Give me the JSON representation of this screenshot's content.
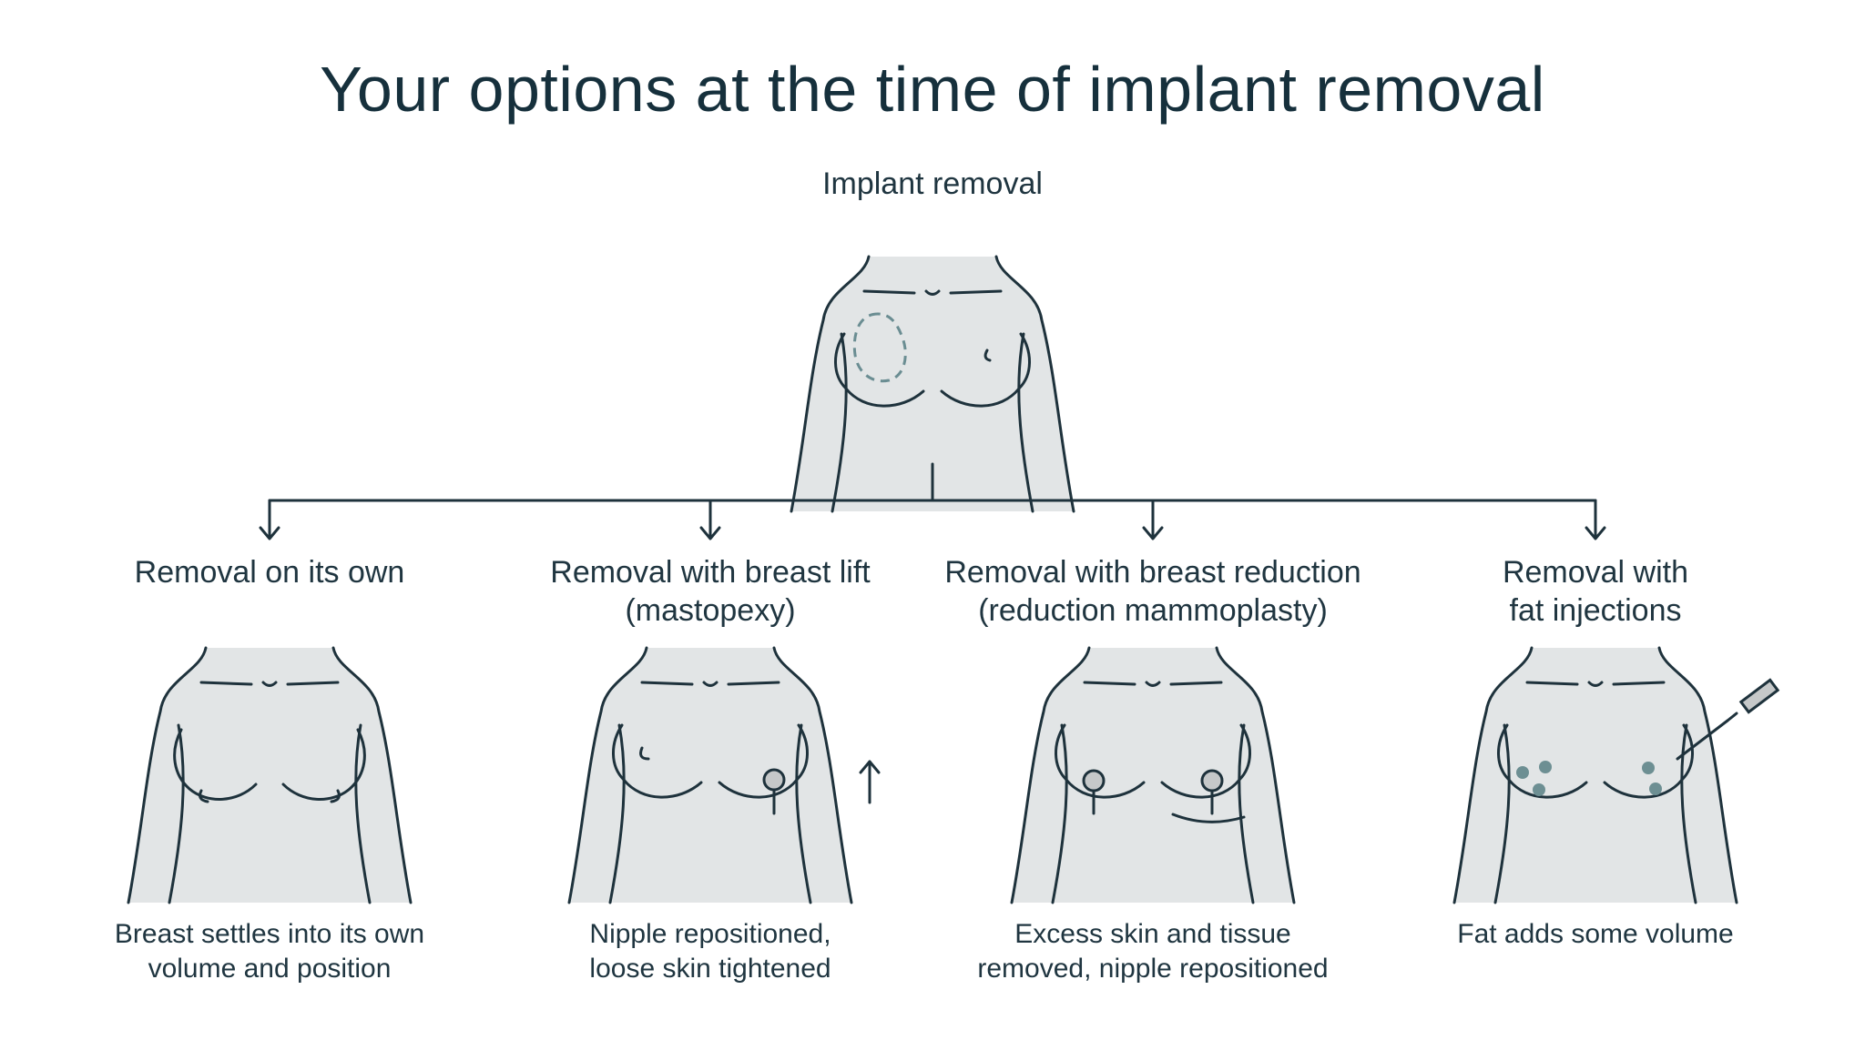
{
  "title": "Your options at the time of implant removal",
  "root": {
    "label": "Implant removal"
  },
  "options": [
    {
      "label_line1": "Removal on its own",
      "label_line2": "",
      "description_line1": "Breast settles into its own",
      "description_line2": "volume and position"
    },
    {
      "label_line1": "Removal with breast lift",
      "label_line2": "(mastopexy)",
      "description_line1": "Nipple repositioned,",
      "description_line2": "loose skin tightened"
    },
    {
      "label_line1": "Removal with breast reduction",
      "label_line2": "(reduction mammoplasty)",
      "description_line1": "Excess skin and tissue",
      "description_line2": "removed, nipple repositioned"
    },
    {
      "label_line1": "Removal with",
      "label_line2": "fat injections",
      "description_line1": "Fat adds some volume",
      "description_line2": ""
    }
  ],
  "colors": {
    "line": "#1e323c",
    "torso_fill": "#e2e5e6",
    "accent_dashed": "#6a8d92",
    "fat_dots": "#6d8f93",
    "nipple_fill": "#c5c8c9"
  },
  "icons": [
    "torso-illustration",
    "implant-outline-icon",
    "arrow-up-icon",
    "syringe-icon",
    "fat-droplet-icon"
  ]
}
